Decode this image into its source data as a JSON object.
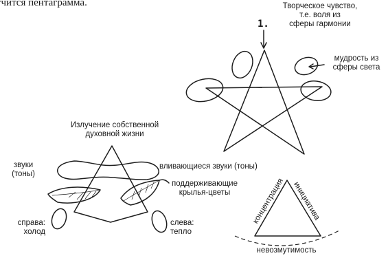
{
  "top_text": "учится пентаграмма.",
  "upper_star": {
    "creative_feeling": [
      "Творческое чувство,",
      "т.е. воля из",
      "сферы гармонии"
    ],
    "marker": "1.",
    "wisdom": [
      "мудрость из",
      "сферы света"
    ]
  },
  "lower_star": {
    "emanation": [
      "Излучение собственной",
      "духовной жизни"
    ],
    "sounds_left": [
      "звуки",
      "(тоны)"
    ],
    "sounds_right": "вливающиеся звуки (тоны)",
    "wings": [
      "поддерживающие",
      "крылья-цветы"
    ],
    "right_cold": [
      "справа:",
      "холод"
    ],
    "left_warm": [
      "слева:",
      "тепло"
    ]
  },
  "triangle": {
    "left_side": "концентрация",
    "right_side": "инициатива",
    "base": "невозмутимость"
  }
}
